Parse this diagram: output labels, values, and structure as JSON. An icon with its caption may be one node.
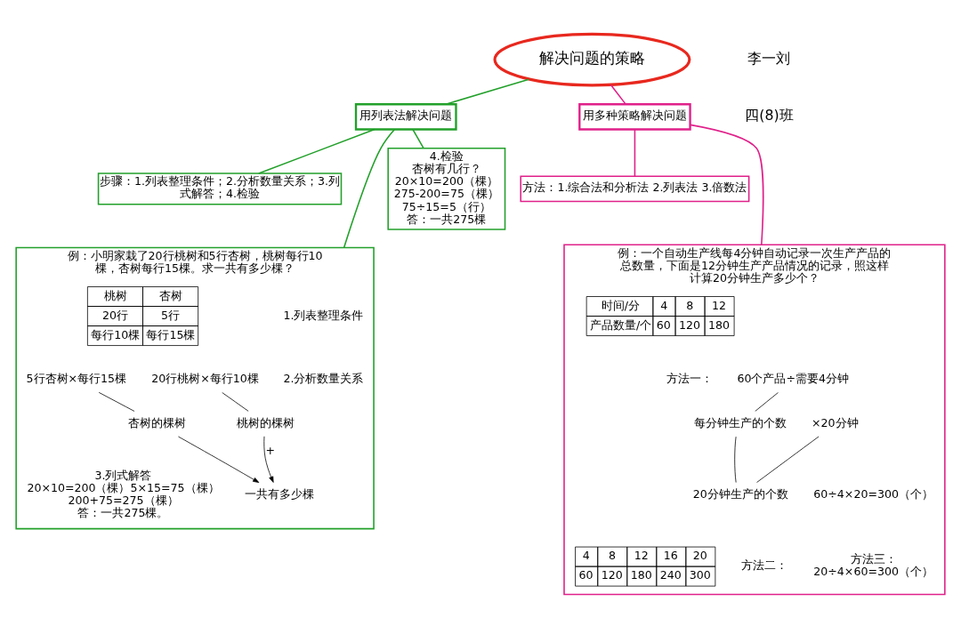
{
  "diagram": {
    "nodes": [
      {
        "text": [
          "解决问题的策略"
        ]
      },
      {
        "text": [
          "用列表法解决问题"
        ]
      },
      {
        "text": [
          "用多种策略解决问题"
        ]
      },
      {
        "text": [
          "步骤：1.列表整理条件；2.分析数量关系；3.列式解答；4.检验"
        ]
      },
      {
        "text": [
          "例：小明家栽了20行桃树和5行杏树，桃树每行10棵，杏树每行15棵。求一共有多少棵？"
        ]
      },
      {
        "text": [
          "1.列表整理条件"
        ],
        "in": 4
      },
      {
        "text": [
          "2.分析数量关系"
        ],
        "in": 4
      },
      {
        "text": [
          "20行桃树×每行10棵"
        ],
        "in": 4
      },
      {
        "text": [
          "桃树的棵树"
        ],
        "in": 4
      },
      {
        "text": [
          "5行杏树×每行15棵"
        ],
        "in": 4
      },
      {
        "text": [
          "杏树的棵树"
        ],
        "in": 4
      },
      {
        "text": [
          "一共有多少棵"
        ],
        "in": 4
      },
      {
        "text": [
          "3.列式解答",
          "20×10=200（棵）5×15=75（棵）",
          "200+75=275（棵）",
          "答：一共275棵。"
        ],
        "in": 4
      },
      {
        "text": [
          "4.检验",
          "杏树有几行？",
          "20×10=200（棵）",
          "275-200=75（棵）",
          "75÷15=5（行）",
          "答：一共275棵"
        ]
      },
      {
        "text": [
          "方法：1.综合法和分析法 2.列表法 3.倍数法"
        ]
      },
      {
        "text": [
          "例：一个自动生产线每4分钟自动记录一次生产产品的总数量，下面是12分钟生产产品情况的记录，照这样计算20分钟生产多少个？"
        ]
      },
      {
        "text": [
          "方法一："
        ],
        "in": 15
      },
      {
        "text": [
          "60个产品÷需要4分钟"
        ],
        "in": 15
      },
      {
        "text": [
          "每分钟生产的个数"
        ],
        "in": 15
      },
      {
        "text": [
          "×20分钟"
        ],
        "in": 15
      },
      {
        "text": [
          "20分钟生产的个数"
        ],
        "in": 15
      },
      {
        "text": [
          "60÷4×20=300（个）"
        ],
        "in": 15
      },
      {
        "text": [
          "方法二："
        ],
        "in": 15
      },
      {
        "text": [
          "方法三：",
          "20÷4×60=300（个）"
        ],
        "in": 15
      }
    ],
    "edges": [
      {
        "from": 0,
        "to": 1,
        "arrow": "none",
        "color": "#22a02a"
      },
      {
        "from": 1,
        "to": 3,
        "arrow": "none",
        "color": "#22a02a"
      },
      {
        "from": 1,
        "to": 4,
        "arrow": "none",
        "color": "#22a02a"
      },
      {
        "from": 1,
        "to": 13,
        "arrow": "none",
        "color": "#22a02a"
      },
      {
        "from": 0,
        "to": 2,
        "arrow": "none",
        "color": "#e0208a"
      },
      {
        "from": 2,
        "to": 14,
        "arrow": "none",
        "color": "#e0208a"
      },
      {
        "from": 2,
        "to": 15,
        "arrow": "none",
        "color": "#e0208a"
      },
      {
        "from": 7,
        "to": 8,
        "arrow": "none"
      },
      {
        "from": 9,
        "to": 10,
        "arrow": "none"
      },
      {
        "from": 8,
        "to": 11,
        "arrow": "to",
        "label": "+"
      },
      {
        "from": 10,
        "to": 11,
        "arrow": "to"
      },
      {
        "from": 17,
        "to": 18,
        "arrow": "none"
      },
      {
        "from": 18,
        "to": 20,
        "arrow": "none"
      },
      {
        "from": 19,
        "to": 20,
        "arrow": "none"
      }
    ],
    "labels": [
      "李一刘",
      "四(8)班",
      "桃树",
      "杏树",
      "20行",
      "5行",
      "每行10棵",
      "每行15棵",
      "时间/分",
      "4",
      "8",
      "12",
      "产品数量/个",
      "60",
      "120",
      "180",
      "4",
      "8",
      "12",
      "16",
      "20",
      "60",
      "120",
      "180",
      "240",
      "300"
    ]
  }
}
